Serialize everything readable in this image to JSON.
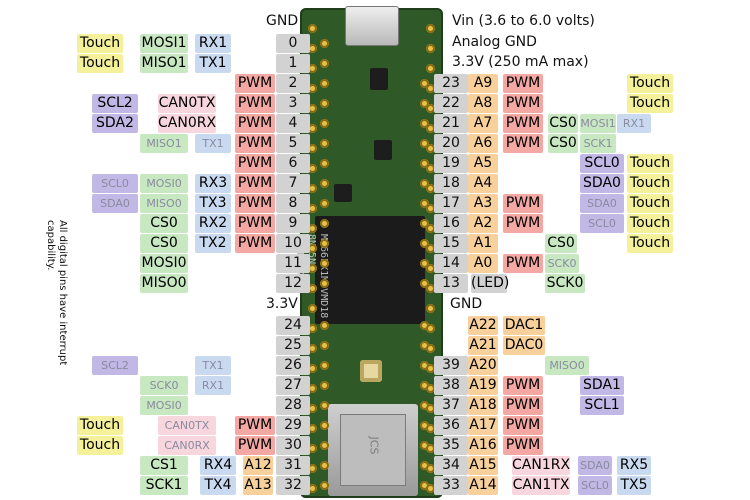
{
  "colors": {
    "touch": "#f4f19a",
    "spi": "#c7e8c1",
    "serial": "#c9daf0",
    "i2c": "#c2b8e6",
    "can": "#f8d6de",
    "pwm": "#f3a8a4",
    "analog": "#f7d09b",
    "pin": "#d2d2d2",
    "led": "#d2d2d2"
  },
  "header": {
    "gnd_left": "GND",
    "vin": "Vin  (3.6 to 6.0 volts)",
    "agnd": "Analog GND",
    "v33_250": "3.3V (250 mA max)",
    "v33_left": "3.3V",
    "gnd_right": "GND"
  },
  "note": "All digital pins have interrupt capability.",
  "mcu_markings": [
    "MK66FX1M0VMD18",
    "8N65N",
    "CTAE1544G"
  ],
  "sd_marking": "JCS",
  "left_pins": [
    {
      "pin": "0",
      "labels": [
        [
          "Touch",
          "touch"
        ],
        [
          "MOSI1",
          "spi"
        ],
        [
          "RX1",
          "serial"
        ]
      ]
    },
    {
      "pin": "1",
      "labels": [
        [
          "Touch",
          "touch"
        ],
        [
          "MISO1",
          "spi"
        ],
        [
          "TX1",
          "serial"
        ]
      ]
    },
    {
      "pin": "2",
      "labels": [
        [
          "PWM",
          "pwm"
        ]
      ]
    },
    {
      "pin": "3",
      "labels": [
        [
          "SCL2",
          "i2c"
        ],
        [
          "CAN0TX",
          "can"
        ],
        [
          "PWM",
          "pwm"
        ]
      ]
    },
    {
      "pin": "4",
      "labels": [
        [
          "SDA2",
          "i2c"
        ],
        [
          "CAN0RX",
          "can"
        ],
        [
          "PWM",
          "pwm"
        ]
      ]
    },
    {
      "pin": "5",
      "labels": [
        [
          "MISO1",
          "spi_s"
        ],
        [
          "TX1",
          "serial_s"
        ],
        [
          "PWM",
          "pwm"
        ]
      ]
    },
    {
      "pin": "6",
      "labels": [
        [
          "PWM",
          "pwm"
        ]
      ]
    },
    {
      "pin": "7",
      "labels": [
        [
          "SCL0",
          "i2c_s"
        ],
        [
          "MOSI0",
          "spi_s"
        ],
        [
          "RX3",
          "serial"
        ],
        [
          "PWM",
          "pwm"
        ]
      ]
    },
    {
      "pin": "8",
      "labels": [
        [
          "SDA0",
          "i2c_s"
        ],
        [
          "MISO0",
          "spi_s"
        ],
        [
          "TX3",
          "serial"
        ],
        [
          "PWM",
          "pwm"
        ]
      ]
    },
    {
      "pin": "9",
      "labels": [
        [
          "CS0",
          "spi"
        ],
        [
          "RX2",
          "serial"
        ],
        [
          "PWM",
          "pwm"
        ]
      ]
    },
    {
      "pin": "10",
      "labels": [
        [
          "CS0",
          "spi"
        ],
        [
          "TX2",
          "serial"
        ],
        [
          "PWM",
          "pwm"
        ]
      ]
    },
    {
      "pin": "11",
      "labels": [
        [
          "MOSI0",
          "spi"
        ]
      ]
    },
    {
      "pin": "12",
      "labels": [
        [
          "MISO0",
          "spi"
        ]
      ]
    },
    {
      "pin": "24",
      "labels": []
    },
    {
      "pin": "25",
      "labels": []
    },
    {
      "pin": "26",
      "labels": [
        [
          "SCL2",
          "i2c_s"
        ],
        [
          "TX1",
          "serial_s"
        ]
      ]
    },
    {
      "pin": "27",
      "labels": [
        [
          "SCK0",
          "spi_s"
        ],
        [
          "RX1",
          "serial_s"
        ]
      ]
    },
    {
      "pin": "28",
      "labels": [
        [
          "MOSI0",
          "spi_s"
        ]
      ]
    },
    {
      "pin": "29",
      "labels": [
        [
          "Touch",
          "touch"
        ],
        [
          "CAN0TX",
          "can_s"
        ],
        [
          "PWM",
          "pwm"
        ]
      ]
    },
    {
      "pin": "30",
      "labels": [
        [
          "Touch",
          "touch"
        ],
        [
          "CAN0RX",
          "can_s"
        ],
        [
          "PWM",
          "pwm"
        ]
      ]
    },
    {
      "pin": "31",
      "labels": [
        [
          "CS1",
          "spi"
        ],
        [
          "RX4",
          "serial"
        ],
        [
          "A12",
          "analog"
        ]
      ]
    },
    {
      "pin": "32",
      "labels": [
        [
          "SCK1",
          "spi"
        ],
        [
          "TX4",
          "serial"
        ],
        [
          "A13",
          "analog"
        ]
      ]
    }
  ],
  "right_pins": [
    {
      "pin": "23",
      "labels": [
        [
          "A9",
          "analog"
        ],
        [
          "PWM",
          "pwm"
        ],
        [
          "Touch",
          "touch"
        ]
      ]
    },
    {
      "pin": "22",
      "labels": [
        [
          "A8",
          "analog"
        ],
        [
          "PWM",
          "pwm"
        ],
        [
          "Touch",
          "touch"
        ]
      ]
    },
    {
      "pin": "21",
      "labels": [
        [
          "A7",
          "analog"
        ],
        [
          "PWM",
          "pwm"
        ],
        [
          "CS0",
          "spi"
        ],
        [
          "MOSI1",
          "spi_s"
        ],
        [
          "RX1",
          "serial_s"
        ]
      ]
    },
    {
      "pin": "20",
      "labels": [
        [
          "A6",
          "analog"
        ],
        [
          "PWM",
          "pwm"
        ],
        [
          "CS0",
          "spi"
        ],
        [
          "SCK1",
          "spi_s"
        ]
      ]
    },
    {
      "pin": "19",
      "labels": [
        [
          "A5",
          "analog"
        ],
        [
          "SCL0",
          "i2c"
        ],
        [
          "Touch",
          "touch"
        ]
      ]
    },
    {
      "pin": "18",
      "labels": [
        [
          "A4",
          "analog"
        ],
        [
          "SDA0",
          "i2c"
        ],
        [
          "Touch",
          "touch"
        ]
      ]
    },
    {
      "pin": "17",
      "labels": [
        [
          "A3",
          "analog"
        ],
        [
          "PWM",
          "pwm"
        ],
        [
          "SDA0",
          "i2c_s"
        ],
        [
          "Touch",
          "touch"
        ]
      ]
    },
    {
      "pin": "16",
      "labels": [
        [
          "A2",
          "analog"
        ],
        [
          "PWM",
          "pwm"
        ],
        [
          "SCL0",
          "i2c_s"
        ],
        [
          "Touch",
          "touch"
        ]
      ]
    },
    {
      "pin": "15",
      "labels": [
        [
          "A1",
          "analog"
        ],
        [
          "CS0",
          "spi"
        ],
        [
          "Touch",
          "touch"
        ]
      ]
    },
    {
      "pin": "14",
      "labels": [
        [
          "A0",
          "analog"
        ],
        [
          "PWM",
          "pwm"
        ],
        [
          "SCK0",
          "spi_s"
        ]
      ]
    },
    {
      "pin": "13",
      "labels": [
        [
          "(LED)",
          "led"
        ],
        [
          "SCK0",
          "spi"
        ]
      ]
    },
    {
      "pin": "",
      "labels": [
        [
          "A22",
          "analog"
        ],
        [
          "DAC1",
          "analog"
        ]
      ]
    },
    {
      "pin": "",
      "labels": [
        [
          "A21",
          "analog"
        ],
        [
          "DAC0",
          "analog"
        ]
      ]
    },
    {
      "pin": "39",
      "labels": [
        [
          "A20",
          "analog"
        ],
        [
          "MISO0",
          "spi_s"
        ]
      ]
    },
    {
      "pin": "38",
      "labels": [
        [
          "A19",
          "analog"
        ],
        [
          "PWM",
          "pwm"
        ],
        [
          "SDA1",
          "i2c"
        ]
      ]
    },
    {
      "pin": "37",
      "labels": [
        [
          "A18",
          "analog"
        ],
        [
          "PWM",
          "pwm"
        ],
        [
          "SCL1",
          "i2c"
        ]
      ]
    },
    {
      "pin": "36",
      "labels": [
        [
          "A17",
          "analog"
        ],
        [
          "PWM",
          "pwm"
        ]
      ]
    },
    {
      "pin": "35",
      "labels": [
        [
          "A16",
          "analog"
        ],
        [
          "PWM",
          "pwm"
        ]
      ]
    },
    {
      "pin": "34",
      "labels": [
        [
          "A15",
          "analog"
        ],
        [
          "CAN1RX",
          "can"
        ],
        [
          "SDA0",
          "i2c_s"
        ],
        [
          "RX5",
          "serial"
        ]
      ]
    },
    {
      "pin": "33",
      "labels": [
        [
          "A14",
          "analog"
        ],
        [
          "CAN1TX",
          "can"
        ],
        [
          "SCL0",
          "i2c_s"
        ],
        [
          "TX5",
          "serial"
        ]
      ]
    }
  ]
}
